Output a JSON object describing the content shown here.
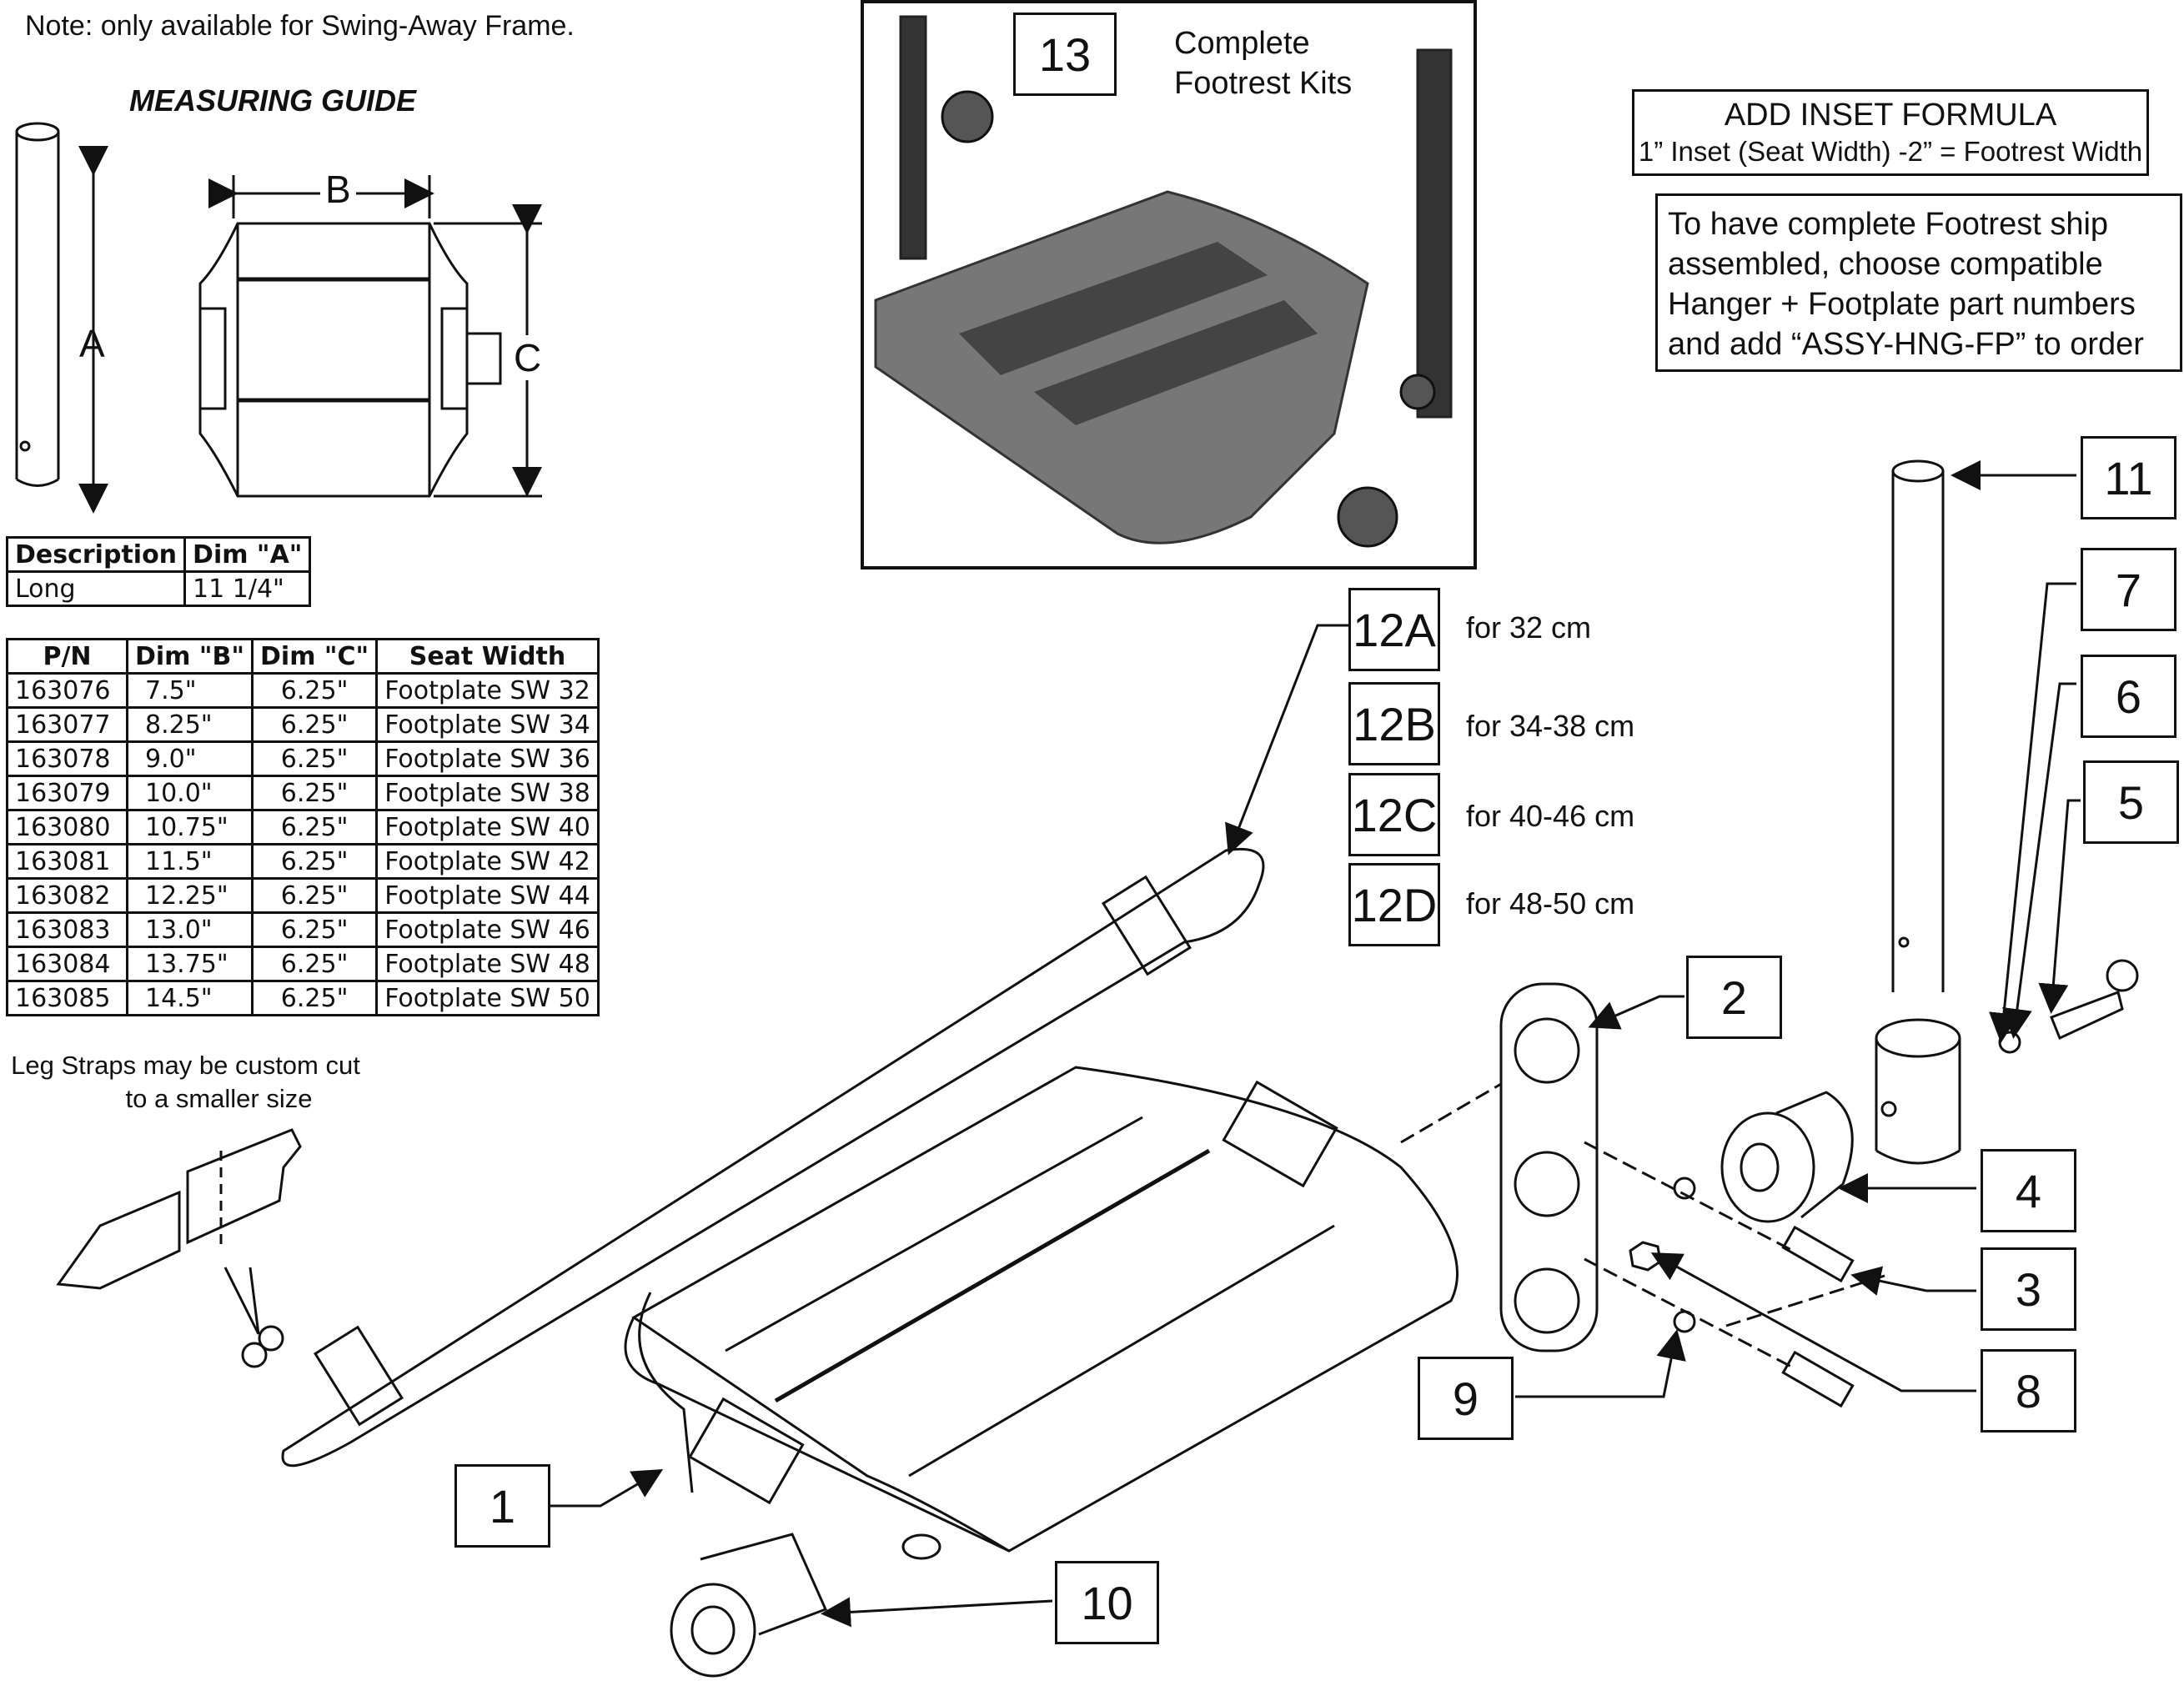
{
  "note": "Note: only available for Swing-Away Frame.",
  "measuring_guide": {
    "title": "MEASURING GUIDE",
    "dim_a_letter": "A",
    "dim_b_letter": "B",
    "dim_c_letter": "C"
  },
  "table_a": {
    "headers": [
      "Description",
      "Dim \"A\""
    ],
    "rows": [
      [
        "Long",
        "11 1/4\""
      ]
    ]
  },
  "table_main": {
    "headers": [
      "P/N",
      "Dim \"B\"",
      "Dim \"C\"",
      "Seat Width"
    ],
    "rows": [
      [
        "163076",
        "7.5\"",
        "6.25\"",
        "Footplate SW 32"
      ],
      [
        "163077",
        "8.25\"",
        "6.25\"",
        "Footplate SW 34"
      ],
      [
        "163078",
        "9.0\"",
        "6.25\"",
        "Footplate SW 36"
      ],
      [
        "163079",
        "10.0\"",
        "6.25\"",
        "Footplate SW 38"
      ],
      [
        "163080",
        "10.75\"",
        "6.25\"",
        "Footplate SW 40"
      ],
      [
        "163081",
        "11.5\"",
        "6.25\"",
        "Footplate SW 42"
      ],
      [
        "163082",
        "12.25\"",
        "6.25\"",
        "Footplate SW 44"
      ],
      [
        "163083",
        "13.0\"",
        "6.25\"",
        "Footplate SW 46"
      ],
      [
        "163084",
        "13.75\"",
        "6.25\"",
        "Footplate SW 48"
      ],
      [
        "163085",
        "14.5\"",
        "6.25\"",
        "Footplate SW 50"
      ]
    ]
  },
  "leg_straps_note": {
    "line1": "Leg Straps may be custom cut",
    "line2": "to a smaller size"
  },
  "kit13": {
    "number": "13",
    "line1": "Complete",
    "line2": "Footrest Kits"
  },
  "inset_formula": {
    "title": "ADD INSET FORMULA",
    "formula": "1” Inset (Seat Width) -2” = Footrest Width"
  },
  "assembly_note": {
    "line1": "To have complete Footrest ship",
    "line2": "assembled, choose compatible",
    "line3": "Hanger + Footplate part numbers",
    "line4": "and add “ASSY-HNG-FP” to order"
  },
  "variants": [
    {
      "number": "12A",
      "label": "for 32 cm"
    },
    {
      "number": "12B",
      "label": "for 34-38 cm"
    },
    {
      "number": "12C",
      "label": "for 40-46 cm"
    },
    {
      "number": "12D",
      "label": "for 48-50 cm"
    }
  ],
  "callouts": {
    "c1": "1",
    "c2": "2",
    "c3": "3",
    "c4": "4",
    "c5": "5",
    "c6": "6",
    "c7": "7",
    "c8": "8",
    "c9": "9",
    "c10": "10",
    "c11": "11"
  }
}
